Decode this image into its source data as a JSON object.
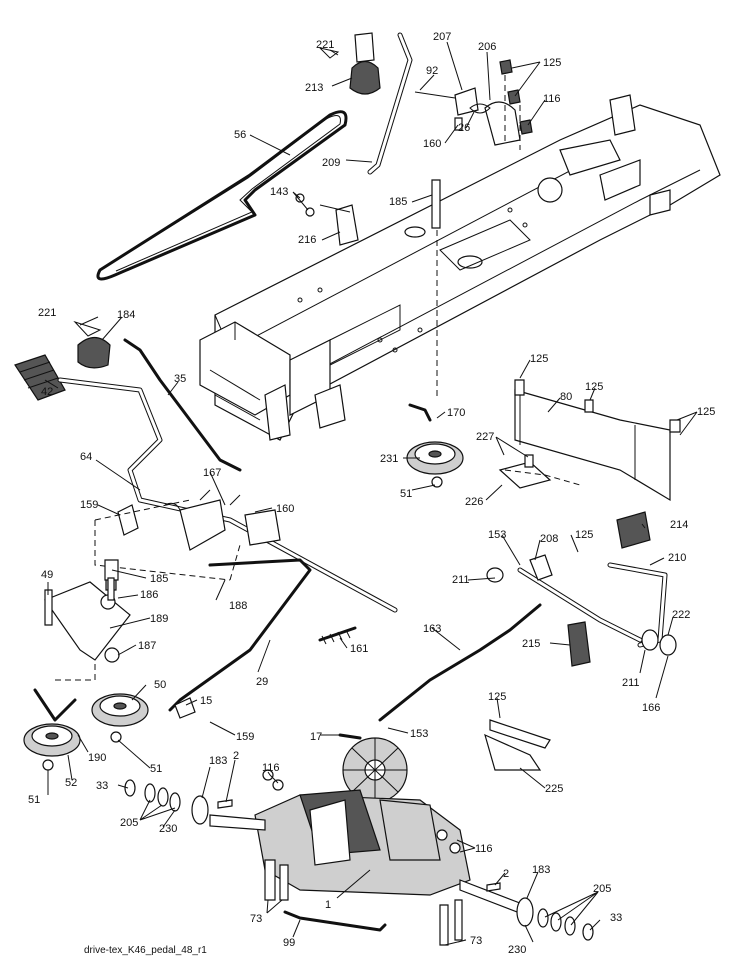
{
  "diagram": {
    "caption": "drive-tex_K46_pedal_48_r1",
    "callouts": [
      {
        "id": "c221a",
        "text": "221"
      },
      {
        "id": "c213",
        "text": "213"
      },
      {
        "id": "c207",
        "text": "207"
      },
      {
        "id": "c206",
        "text": "206"
      },
      {
        "id": "c125a",
        "text": "125"
      },
      {
        "id": "c92",
        "text": "92"
      },
      {
        "id": "c116a",
        "text": "116"
      },
      {
        "id": "c56",
        "text": "56"
      },
      {
        "id": "c160a",
        "text": "160"
      },
      {
        "id": "c26",
        "text": "26"
      },
      {
        "id": "c209",
        "text": "209"
      },
      {
        "id": "c143",
        "text": "143"
      },
      {
        "id": "c185a",
        "text": "185"
      },
      {
        "id": "c216",
        "text": "216"
      },
      {
        "id": "c221b",
        "text": "221"
      },
      {
        "id": "c184",
        "text": "184"
      },
      {
        "id": "c35",
        "text": "35"
      },
      {
        "id": "c42",
        "text": "42"
      },
      {
        "id": "c125b",
        "text": "125"
      },
      {
        "id": "c80",
        "text": "80"
      },
      {
        "id": "c125c",
        "text": "125"
      },
      {
        "id": "c125d",
        "text": "125"
      },
      {
        "id": "c170",
        "text": "170"
      },
      {
        "id": "c227",
        "text": "227"
      },
      {
        "id": "c64",
        "text": "64"
      },
      {
        "id": "c231",
        "text": "231"
      },
      {
        "id": "c167",
        "text": "167"
      },
      {
        "id": "c51a",
        "text": "51"
      },
      {
        "id": "c226",
        "text": "226"
      },
      {
        "id": "c159a",
        "text": "159"
      },
      {
        "id": "c160b",
        "text": "160"
      },
      {
        "id": "c153a",
        "text": "153"
      },
      {
        "id": "c208",
        "text": "208"
      },
      {
        "id": "c125e",
        "text": "125"
      },
      {
        "id": "c214",
        "text": "214"
      },
      {
        "id": "c49",
        "text": "49"
      },
      {
        "id": "c185b",
        "text": "185"
      },
      {
        "id": "c186",
        "text": "186"
      },
      {
        "id": "c188",
        "text": "188"
      },
      {
        "id": "c211a",
        "text": "211"
      },
      {
        "id": "c210",
        "text": "210"
      },
      {
        "id": "c189",
        "text": "189"
      },
      {
        "id": "c163",
        "text": "163"
      },
      {
        "id": "c222",
        "text": "222"
      },
      {
        "id": "c187",
        "text": "187"
      },
      {
        "id": "c161",
        "text": "161"
      },
      {
        "id": "c215",
        "text": "215"
      },
      {
        "id": "c211b",
        "text": "211"
      },
      {
        "id": "c50",
        "text": "50"
      },
      {
        "id": "c29",
        "text": "29"
      },
      {
        "id": "c166",
        "text": "166"
      },
      {
        "id": "c15",
        "text": "15"
      },
      {
        "id": "c159b",
        "text": "159"
      },
      {
        "id": "c125f",
        "text": "125"
      },
      {
        "id": "c17",
        "text": "17"
      },
      {
        "id": "c153b",
        "text": "153"
      },
      {
        "id": "c190",
        "text": "190"
      },
      {
        "id": "c52",
        "text": "52"
      },
      {
        "id": "c51b",
        "text": "51"
      },
      {
        "id": "c51c",
        "text": "51"
      },
      {
        "id": "c225",
        "text": "225"
      },
      {
        "id": "c183a",
        "text": "183"
      },
      {
        "id": "c2a",
        "text": "2"
      },
      {
        "id": "c116b",
        "text": "116"
      },
      {
        "id": "c33a",
        "text": "33"
      },
      {
        "id": "c205a",
        "text": "205"
      },
      {
        "id": "c230a",
        "text": "230"
      },
      {
        "id": "c116c",
        "text": "116"
      },
      {
        "id": "c2b",
        "text": "2"
      },
      {
        "id": "c183b",
        "text": "183"
      },
      {
        "id": "c205b",
        "text": "205"
      },
      {
        "id": "c1",
        "text": "1"
      },
      {
        "id": "c73a",
        "text": "73"
      },
      {
        "id": "c33b",
        "text": "33"
      },
      {
        "id": "c99",
        "text": "99"
      },
      {
        "id": "c73b",
        "text": "73"
      },
      {
        "id": "c230b",
        "text": "230"
      }
    ]
  }
}
